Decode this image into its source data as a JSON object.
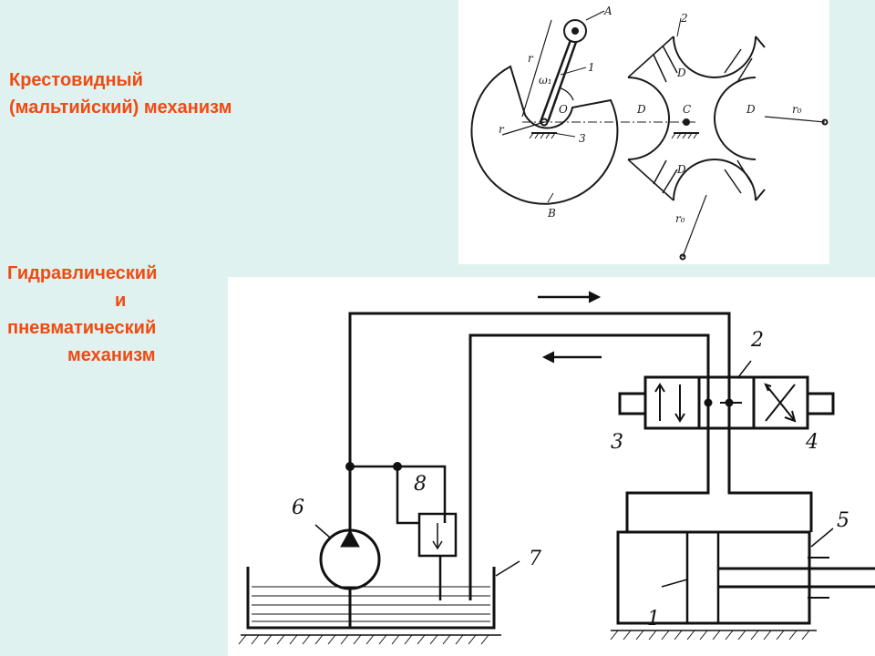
{
  "headings": {
    "maltese": {
      "line1": "Крестовидный",
      "line2": "(мальтийский) механизм"
    },
    "hydraulic": {
      "line1": "Гидравлический",
      "line2": "и",
      "line3": "пневматический",
      "line4": "механизм"
    }
  },
  "maltese_labels": {
    "A": "A",
    "one": "1",
    "two": "2",
    "three": "3",
    "B": "B",
    "C": "C",
    "O": "O",
    "D_top": "D",
    "D_left": "D",
    "D_right": "D",
    "D_bottom": "D",
    "omega": "ω₁",
    "r_left": "r",
    "r_top": "r",
    "r0_right": "r₀",
    "r0_bottom": "r₀"
  },
  "hydraulic_labels": {
    "one": "1",
    "two": "2",
    "three": "3",
    "four": "4",
    "five": "5",
    "six": "6",
    "seven": "7",
    "eight": "8"
  },
  "colors": {
    "background": "#dff2ef",
    "heading": "#f04a12",
    "panel": "#ffffff",
    "ink": "#1a1a1a"
  }
}
